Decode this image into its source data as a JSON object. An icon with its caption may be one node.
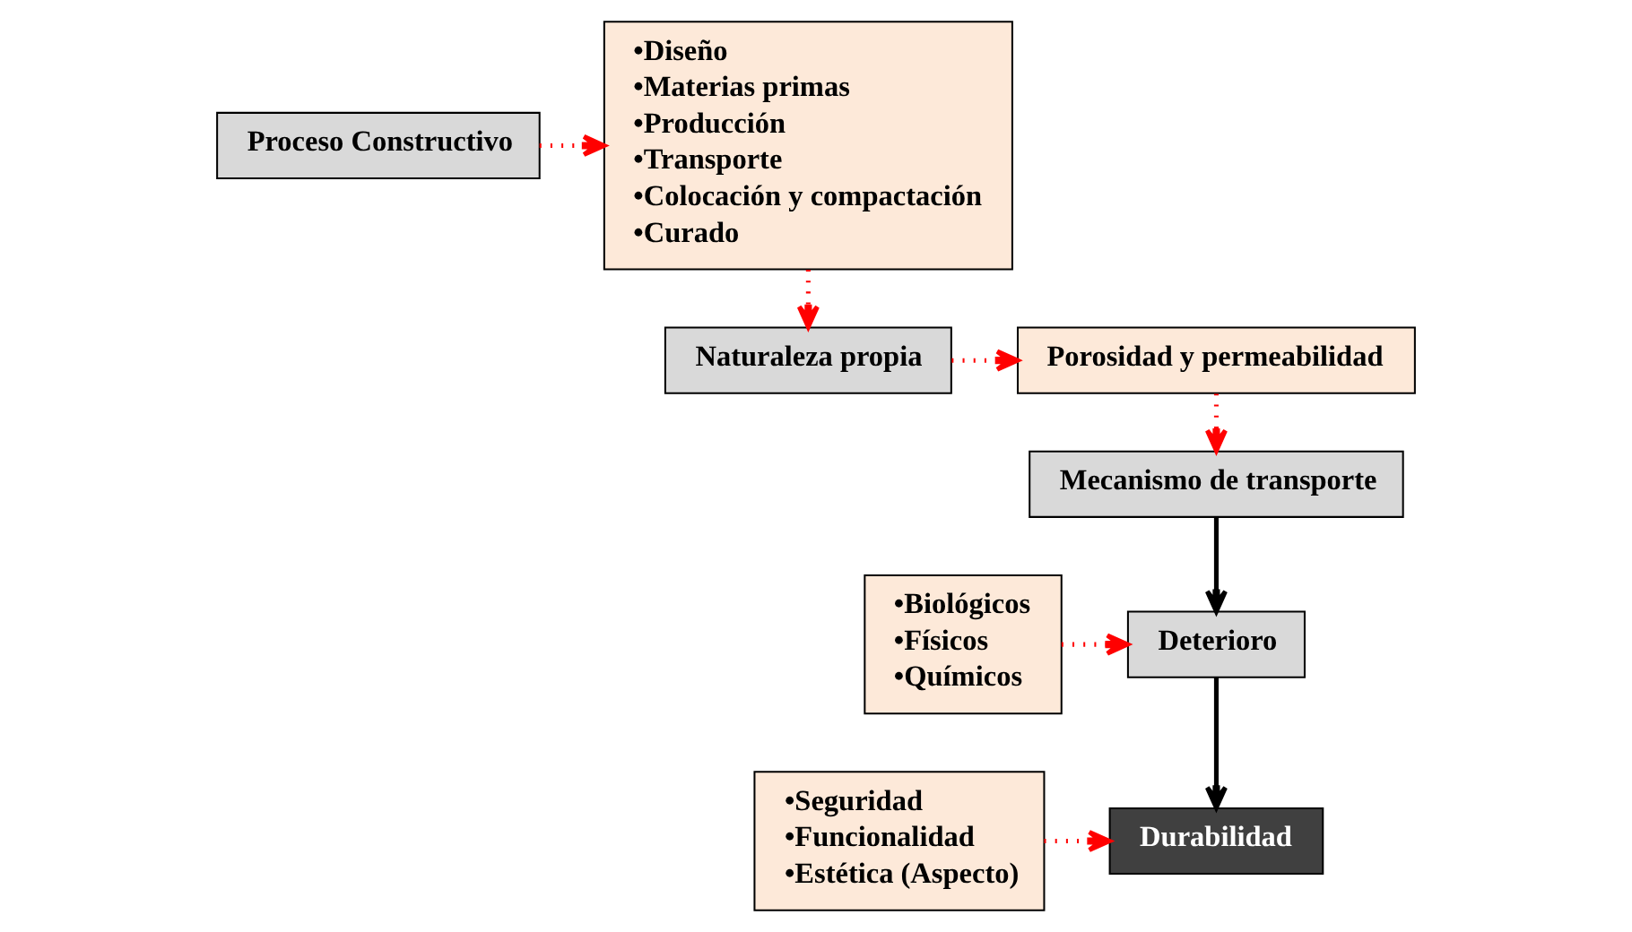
{
  "diagram": {
    "nodes": [
      {
        "text": [
          "Proceso Constructivo"
        ]
      },
      {
        "text": [
          "•Diseño",
          "•Materias primas",
          "•Producción",
          "•Transporte",
          "•Colocación y compactación",
          "•Curado"
        ]
      },
      {
        "text": [
          "Naturaleza propia"
        ]
      },
      {
        "text": [
          "Porosidad y permeabilidad"
        ]
      },
      {
        "text": [
          "Mecanismo de transporte"
        ]
      },
      {
        "text": [
          "Deterioro"
        ]
      },
      {
        "text": [
          "•Biológicos",
          "•Físicos",
          "•Químicos"
        ]
      },
      {
        "text": [
          "•Seguridad",
          "•Funcionalidad",
          "•Estética (Aspecto)"
        ]
      },
      {
        "text": [
          "Durabilidad"
        ]
      }
    ],
    "edges": [
      {
        "from": 0,
        "to": 1,
        "arrow": "to",
        "style": "dashed"
      },
      {
        "from": 1,
        "to": 2,
        "arrow": "to",
        "style": "dashed"
      },
      {
        "from": 2,
        "to": 3,
        "arrow": "to",
        "style": "dashed"
      },
      {
        "from": 3,
        "to": 4,
        "arrow": "to",
        "style": "dashed"
      },
      {
        "from": 4,
        "to": 5,
        "arrow": "to",
        "color": "#000000"
      },
      {
        "from": 6,
        "to": 5,
        "arrow": "to",
        "style": "dashed"
      },
      {
        "from": 5,
        "to": 8,
        "arrow": "to",
        "color": "#000000"
      },
      {
        "from": 7,
        "to": 8,
        "arrow": "to",
        "style": "dashed"
      }
    ]
  }
}
